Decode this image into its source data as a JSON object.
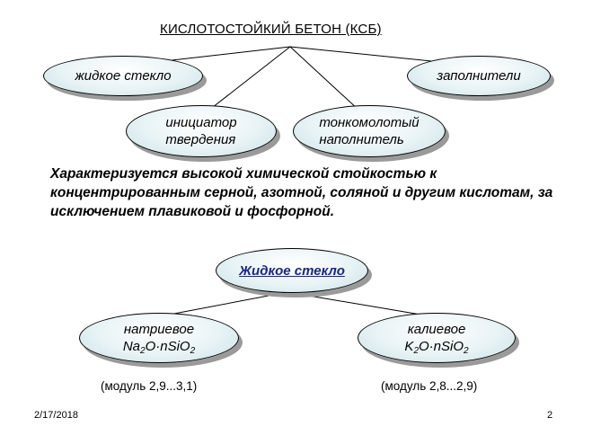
{
  "title": "КИСЛОТОСТОЙКИЙ БЕТОН (КСБ)",
  "top_nodes": {
    "liquid_glass": "жидкое стекло",
    "fillers": "заполнители",
    "initiator_line1": "инициатор",
    "initiator_line2": "твердения",
    "filler_line1": "тонкомолотый",
    "filler_line2": "наполнитель"
  },
  "description": "Характеризуется высокой химической стойкостью к концентрированным серной, азотной, соляной и другим кислотам, за исключением плавиковой и фосфорной.",
  "bottom": {
    "root": "Жидкое стекло",
    "sodium_name": "натриевое",
    "potassium_name": "калиевое",
    "sodium_formula_a": "Na",
    "sodium_formula_sub1": "2",
    "sodium_formula_b": "O·nSiO",
    "sodium_formula_sub2": "2",
    "potassium_formula_a": "K",
    "potassium_formula_sub1": "2",
    "potassium_formula_b": "O·nSiO",
    "potassium_formula_sub2": "2",
    "sodium_modulus": "(модуль 2,9...3,1)",
    "potassium_modulus": "(модуль 2,8...2,9)"
  },
  "footer": {
    "date": "2/17/2018",
    "page": "2"
  }
}
